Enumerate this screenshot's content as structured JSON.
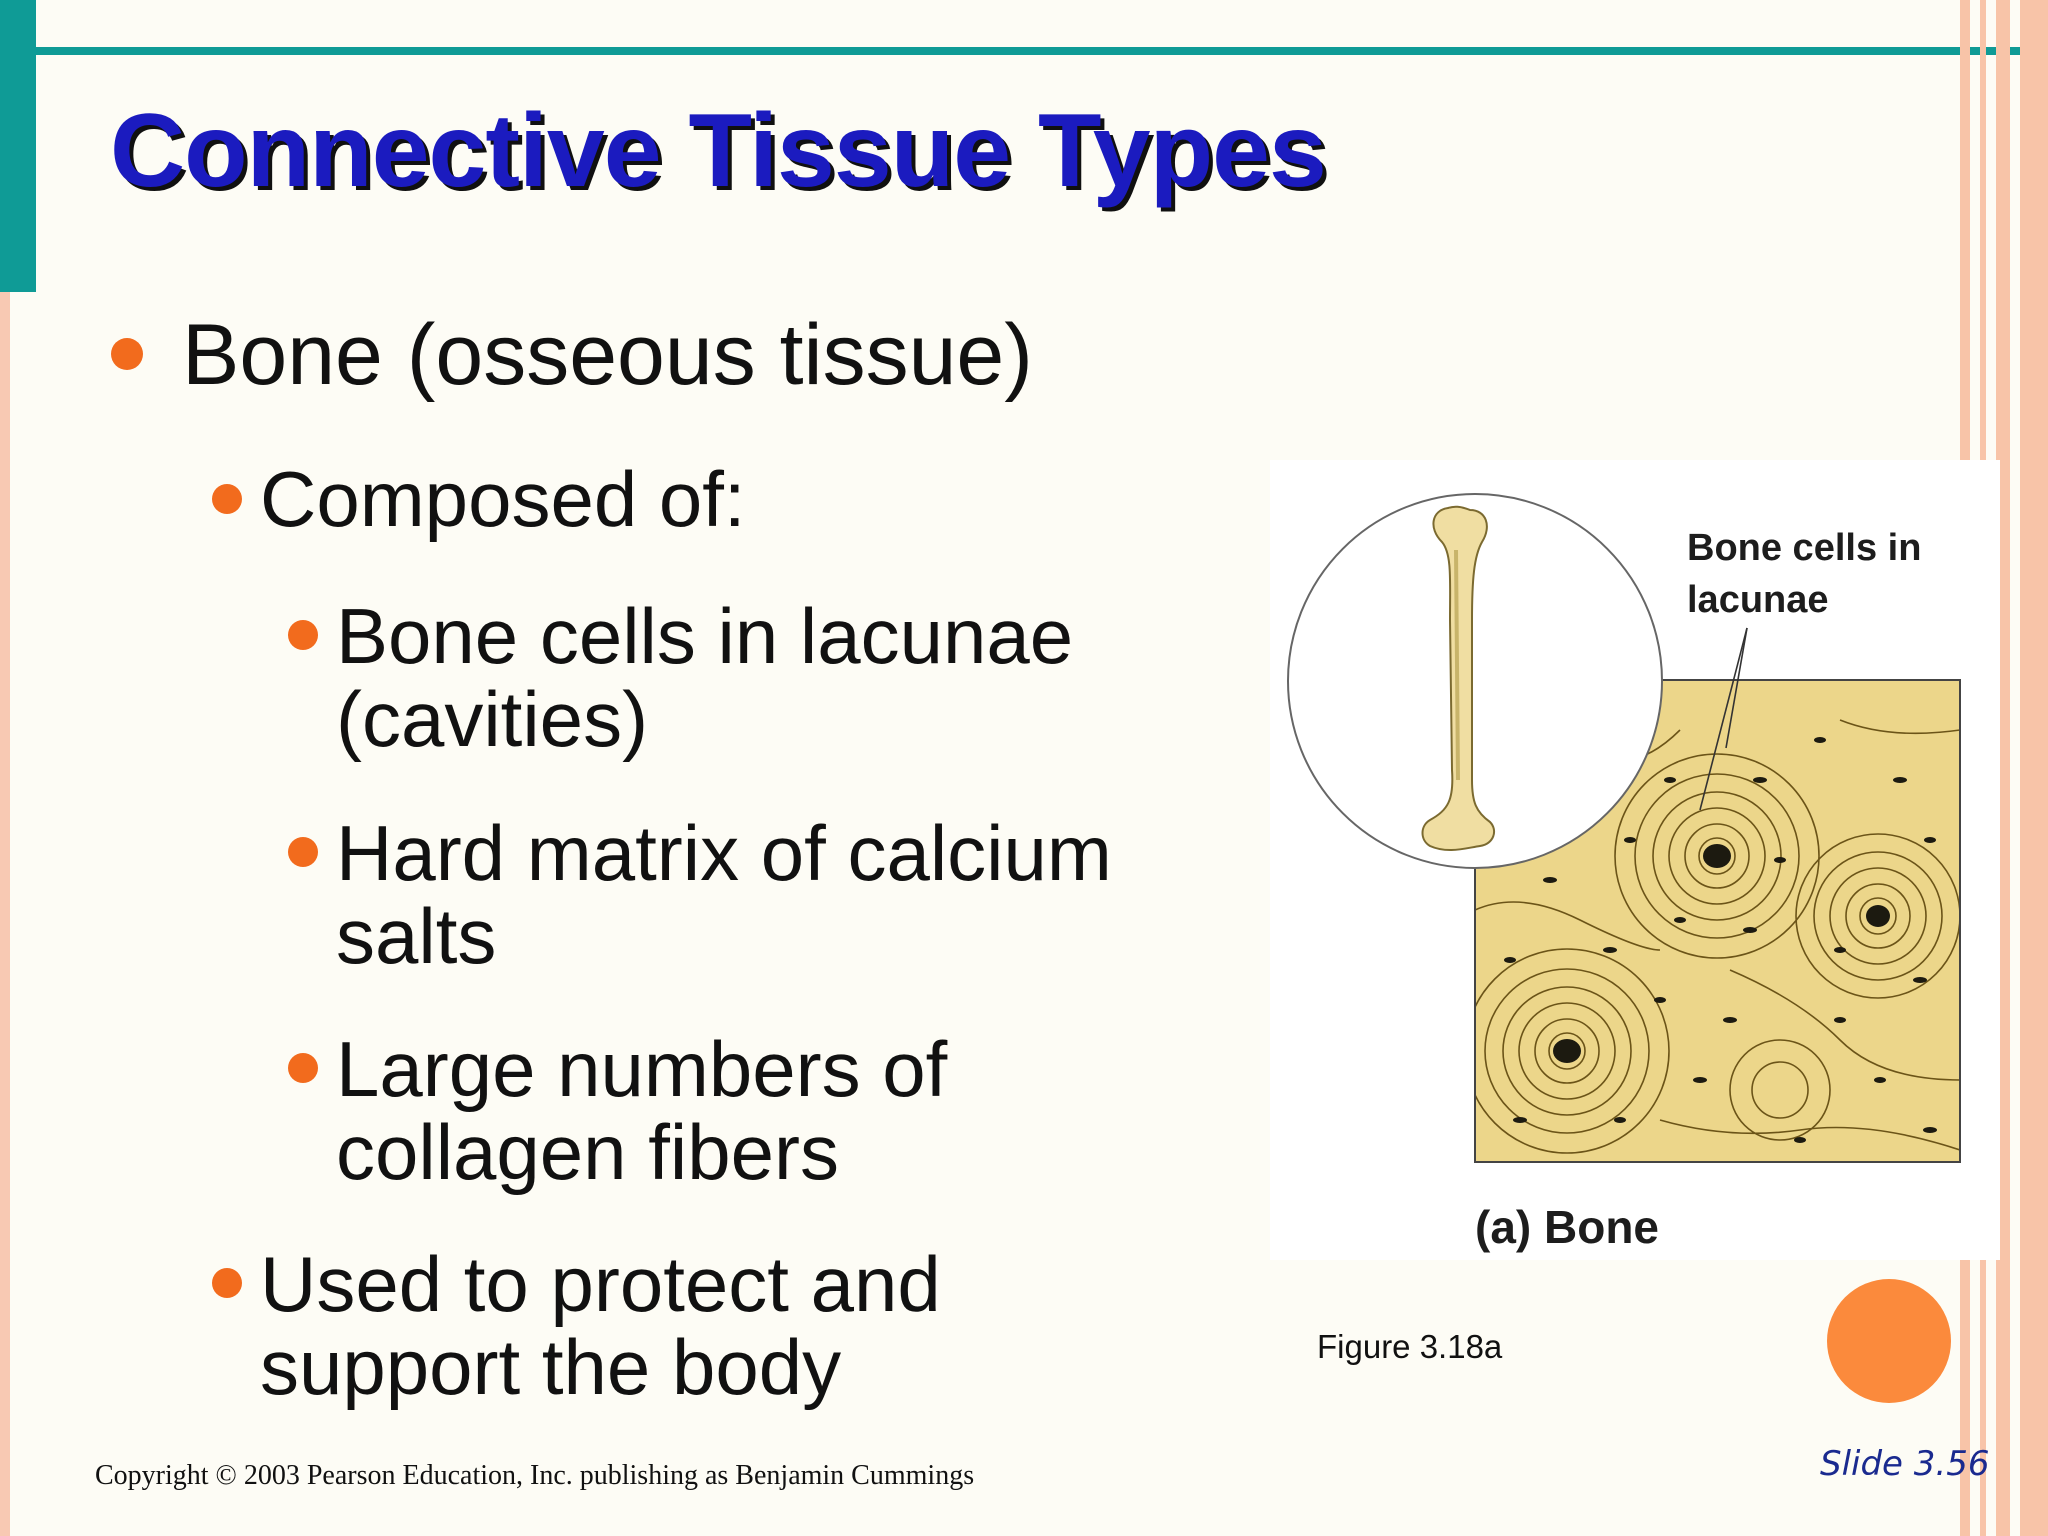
{
  "title": "Connective Tissue Types",
  "bullets": {
    "l1": "Bone (osseous tissue)",
    "composed": "Composed of:",
    "item1_line1": "Bone cells in lacunae",
    "item1_line2": "(cavities)",
    "item2_line1": "Hard matrix of calcium",
    "item2_line2": "salts",
    "item3_line1": "Large numbers of",
    "item3_line2": "collagen fibers",
    "used_line1": "Used to protect and",
    "used_line2": "support the body"
  },
  "figure": {
    "label_line1": "Bone cells in",
    "label_line2": "lacunae",
    "panel_label": "(a) Bone",
    "caption": "Figure 3.18a"
  },
  "footer": {
    "copyright": "Copyright © 2003 Pearson Education, Inc. publishing as Benjamin Cummings",
    "slide": "Slide 3.56"
  },
  "colors": {
    "accent_teal": "#0f9b96",
    "title_blue": "#1b1bbf",
    "bullet_orange": "#f26b1d",
    "stripe_peach": "#f8c4a8"
  }
}
